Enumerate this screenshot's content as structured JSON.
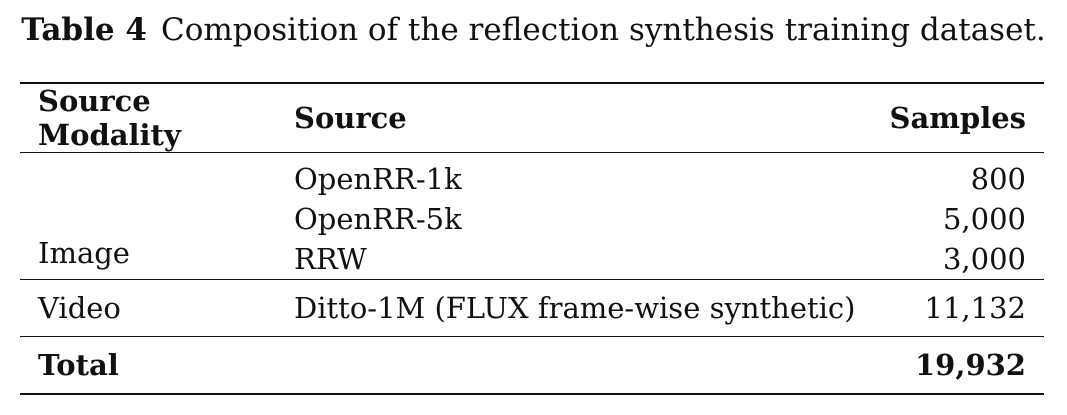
{
  "caption": {
    "label": "Table 4",
    "text": "Composition of the reflection synthesis training dataset."
  },
  "table": {
    "headers": [
      "Source Modality",
      "Source",
      "Samples"
    ],
    "groups": [
      {
        "modality": "Image",
        "rows": [
          {
            "source": "OpenRR-1k",
            "samples": "800"
          },
          {
            "source": "OpenRR-5k",
            "samples": "5,000"
          },
          {
            "source": "RRW",
            "samples": "3,000"
          }
        ]
      },
      {
        "modality": "Video",
        "rows": [
          {
            "source": "Ditto-1M (FLUX frame-wise synthetic)",
            "samples": "11,132"
          }
        ]
      }
    ],
    "total": {
      "label": "Total",
      "samples": "19,932"
    }
  }
}
